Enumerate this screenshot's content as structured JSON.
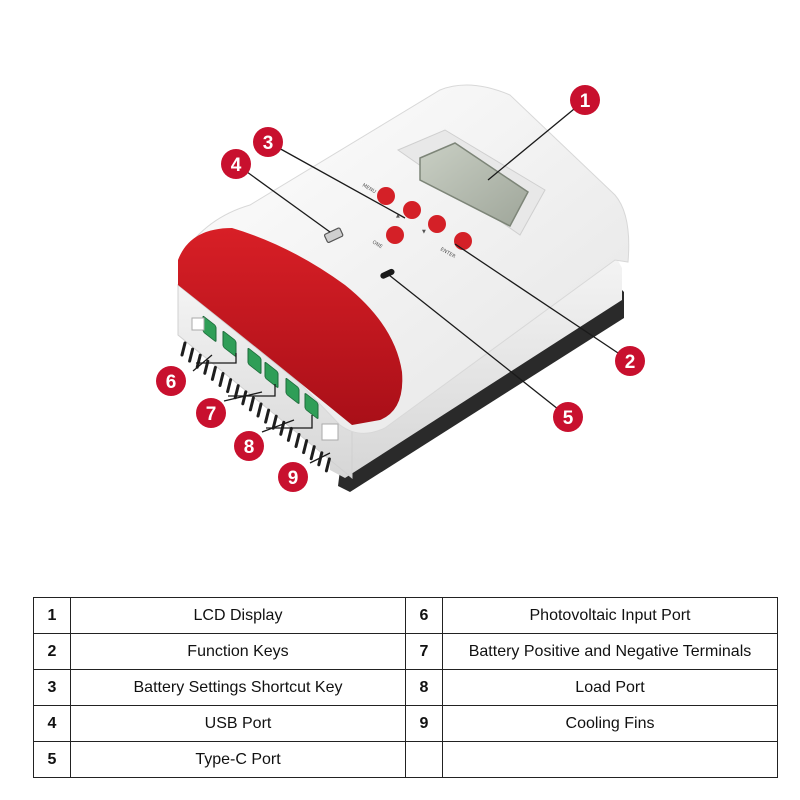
{
  "diagram": {
    "callouts": [
      {
        "number": "1"
      },
      {
        "number": "2"
      },
      {
        "number": "3"
      },
      {
        "number": "4"
      },
      {
        "number": "5"
      },
      {
        "number": "6"
      },
      {
        "number": "7"
      },
      {
        "number": "8"
      },
      {
        "number": "9"
      }
    ],
    "key_labels": {
      "menu": "MENU",
      "one": "ONE",
      "up": "▲",
      "down": "▼",
      "enter": "ENTER"
    },
    "colors": {
      "callout": "#c8102e",
      "cover": "#c8161e",
      "terminal": "#2f9e57",
      "body": "#f1f1f1",
      "base": "#2a2a2a"
    }
  },
  "legend": {
    "rows": [
      {
        "left_num": "1",
        "left_label": "LCD Display",
        "right_num": "6",
        "right_label": "Photovoltaic Input Port"
      },
      {
        "left_num": "2",
        "left_label": "Function Keys",
        "right_num": "7",
        "right_label": "Battery Positive and Negative Terminals"
      },
      {
        "left_num": "3",
        "left_label": "Battery Settings Shortcut Key",
        "right_num": "8",
        "right_label": "Load Port"
      },
      {
        "left_num": "4",
        "left_label": "USB Port",
        "right_num": "9",
        "right_label": "Cooling Fins"
      },
      {
        "left_num": "5",
        "left_label": "Type-C Port",
        "right_num": "",
        "right_label": ""
      }
    ]
  }
}
